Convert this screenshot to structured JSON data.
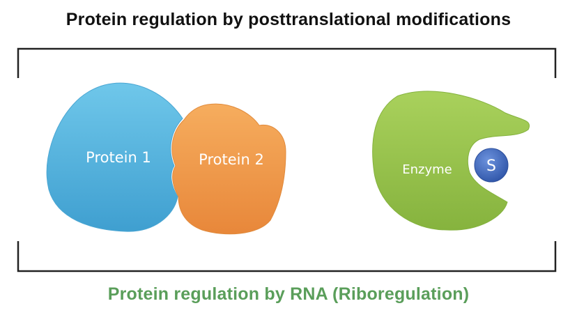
{
  "title": "Protein regulation by posttranslational modifications",
  "subtitle": "Protein regulation by RNA (Riboregulation)",
  "shapes": {
    "protein1": {
      "label": "Protein 1",
      "color": "#5bb8dd"
    },
    "protein2": {
      "label": "Protein 2",
      "color": "#f09a48"
    },
    "enzyme": {
      "label": "Enzyme",
      "color": "#9bc44f"
    },
    "substrate": {
      "label": "S",
      "color": "#3f6bc4"
    }
  },
  "colors": {
    "title": "#111111",
    "subtitle": "#5a9e5a",
    "bracket": "#222222"
  }
}
